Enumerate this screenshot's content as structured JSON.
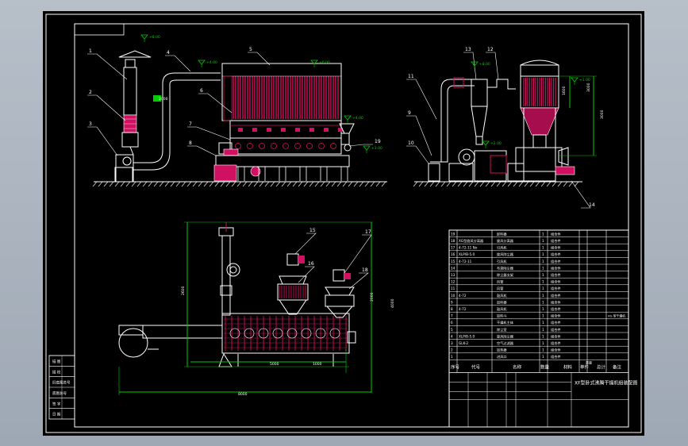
{
  "drawing": {
    "title_block_name": "XF型卧式沸腾干燥机组装配图",
    "col_headers": [
      "序号",
      "代号",
      "名称",
      "数量",
      "材料",
      "单件",
      "总计",
      "备注"
    ],
    "small_headers": [
      "重量"
    ],
    "side_rows": [
      "描 图",
      "描 校",
      "旧底图总号",
      "底图总号",
      "签 字",
      "日 期"
    ]
  },
  "balloons": [
    "1",
    "2",
    "3",
    "4",
    "5",
    "6",
    "7",
    "8",
    "9",
    "10",
    "11",
    "12",
    "13",
    "14",
    "15",
    "16",
    "17",
    "18",
    "19"
  ],
  "elev_marks": [
    "+8.00",
    "+4.00",
    "+6.00",
    "+4.00",
    "+1.00",
    "+2.00",
    "+8.00",
    "+1.00"
  ],
  "dims": [
    "2000",
    "3000",
    "1600",
    "2600",
    "5000",
    "3000",
    "1000",
    "4000",
    "2000",
    "8000"
  ],
  "parts": [
    {
      "no": "19",
      "code": "",
      "name": "卸料器",
      "qty": "1",
      "mat": "组合件",
      "note": ""
    },
    {
      "no": "18",
      "code": "XG型旋风分离器",
      "name": "旋风分离器",
      "qty": "1",
      "mat": "组合件",
      "note": ""
    },
    {
      "no": "17",
      "code": "4-72-11 No",
      "name": "引风机",
      "qty": "1",
      "mat": "组合件",
      "note": ""
    },
    {
      "no": "16",
      "code": "XLP/B-5.0",
      "name": "旋风除尘器",
      "qty": "1",
      "mat": "组合件",
      "note": ""
    },
    {
      "no": "15",
      "code": "4-72-11",
      "name": "引风机",
      "qty": "1",
      "mat": "组合件",
      "note": ""
    },
    {
      "no": "14",
      "code": "",
      "name": "布袋除尘器",
      "qty": "1",
      "mat": "组合件",
      "note": ""
    },
    {
      "no": "13",
      "code": "",
      "name": "除尘器支架",
      "qty": "1",
      "mat": "组合件",
      "note": ""
    },
    {
      "no": "12",
      "code": "",
      "name": "风管",
      "qty": "1",
      "mat": "组合件",
      "note": ""
    },
    {
      "no": "11",
      "code": "",
      "name": "风管",
      "qty": "1",
      "mat": "组合件",
      "note": ""
    },
    {
      "no": "10",
      "code": "4-72",
      "name": "鼓风机",
      "qty": "1",
      "mat": "组合件",
      "note": ""
    },
    {
      "no": "9",
      "code": "",
      "name": "加料器",
      "qty": "1",
      "mat": "组合件",
      "note": ""
    },
    {
      "no": "8",
      "code": "4-72",
      "name": "鼓风机",
      "qty": "1",
      "mat": "组合件",
      "note": ""
    },
    {
      "no": "7",
      "code": "",
      "name": "加料斗",
      "qty": "1",
      "mat": "组合件",
      "note": "XG 型干燥机"
    },
    {
      "no": "6",
      "code": "",
      "name": "干燥机主体",
      "qty": "1",
      "mat": "组合件",
      "note": ""
    },
    {
      "no": "5",
      "code": "",
      "name": "除尘室",
      "qty": "1",
      "mat": "组合件",
      "note": ""
    },
    {
      "no": "4",
      "code": "XLP/B-5.0",
      "name": "旋风除尘器",
      "qty": "1",
      "mat": "组合件",
      "note": ""
    },
    {
      "no": "3",
      "code": "GLK-2",
      "name": "空气过滤器",
      "qty": "1",
      "mat": "组合件",
      "note": ""
    },
    {
      "no": "2",
      "code": "",
      "name": "加热器",
      "qty": "1",
      "mat": "组合件",
      "note": ""
    },
    {
      "no": "1",
      "code": "",
      "name": "进风口",
      "qty": "1",
      "mat": "组合件",
      "note": ""
    }
  ]
}
